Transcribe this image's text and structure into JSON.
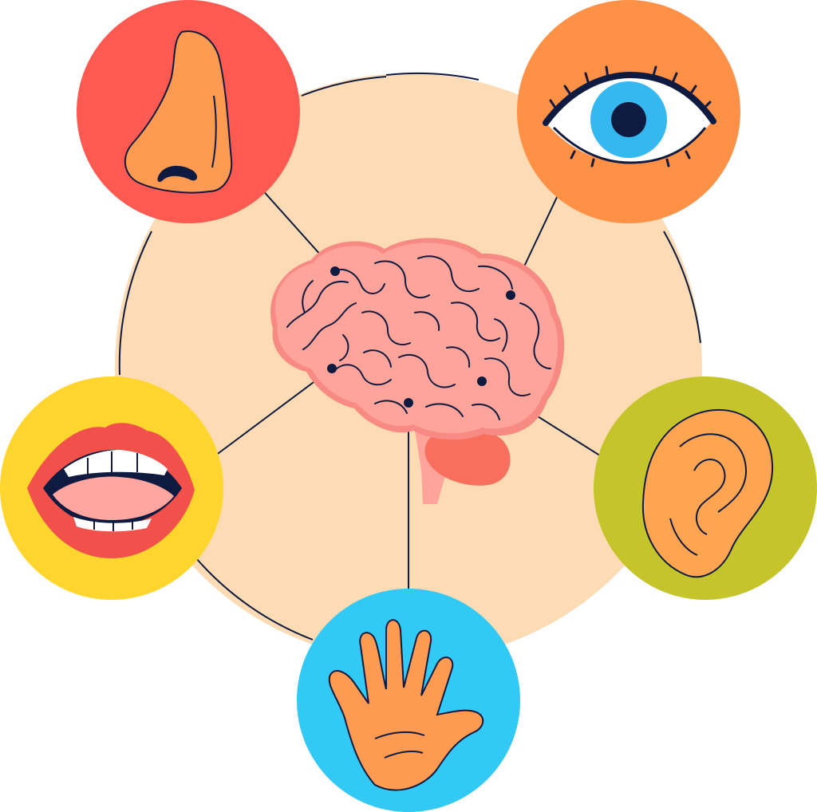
{
  "diagram": {
    "center": {
      "concept": "brain",
      "icon": "brain-icon"
    },
    "senses": [
      {
        "id": "smell",
        "icon": "nose-icon",
        "circle_color": "#FF5A52",
        "connects_to": "brain"
      },
      {
        "id": "sight",
        "icon": "eye-icon",
        "circle_color": "#FF9147",
        "connects_to": "brain"
      },
      {
        "id": "taste",
        "icon": "mouth-icon",
        "circle_color": "#FFD52E",
        "connects_to": "brain"
      },
      {
        "id": "hearing",
        "icon": "ear-icon",
        "circle_color": "#C5C42A",
        "connects_to": "brain"
      },
      {
        "id": "touch",
        "icon": "hand-icon",
        "circle_color": "#33C9F5",
        "connects_to": "brain"
      }
    ],
    "colors": {
      "background_disc": "#FDDBB4",
      "outline": "#0E1A3F",
      "brain": "#FFA49A",
      "brain_shadow": "#F78A83",
      "cerebellum": "#F96F5E",
      "skin": "#FF9A52",
      "eye_iris": "#35B8F0",
      "lips": "#F2504A",
      "tongue": "#FFA6A0"
    }
  }
}
